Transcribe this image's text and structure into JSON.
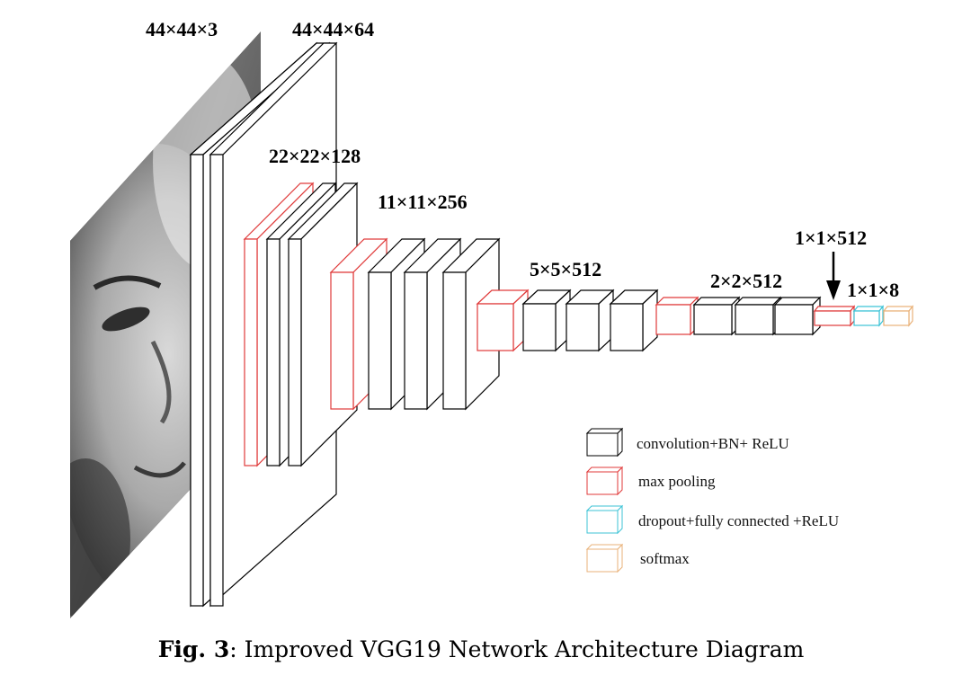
{
  "dimension_labels": {
    "input": "44×44×3",
    "conv1": "44×44×64",
    "conv2": "22×22×128",
    "conv3": "11×11×256",
    "conv4": "5×5×512",
    "conv5": "2×2×512",
    "fc": "1×1×512",
    "output": "1×1×8"
  },
  "legend": [
    {
      "label": "convolution+BN+ ReLU",
      "color": "#000000"
    },
    {
      "label": "max pooling",
      "color": "#e03a3a"
    },
    {
      "label": "dropout+fully connected +ReLU",
      "color": "#3cc3d6"
    },
    {
      "label": "softmax",
      "color": "#e9b27a"
    }
  ],
  "caption": {
    "label": "Fig. 3",
    "text": ": Improved VGG19 Network Architecture Diagram"
  },
  "input_image": {
    "description_icon": "face-photo"
  }
}
